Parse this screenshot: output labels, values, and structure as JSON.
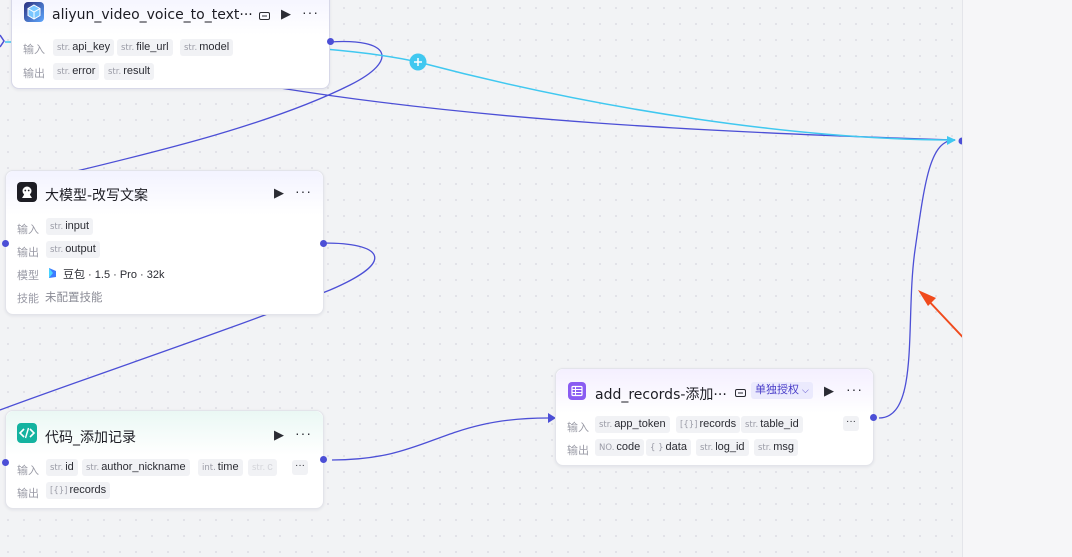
{
  "colors": {
    "edge": "#4c4fd6",
    "edge_active": "#40c8f0",
    "arrow": "#f04a1c",
    "port": "#4c4fd6"
  },
  "labels": {
    "input": "输入",
    "output": "输出",
    "model": "模型",
    "skills": "技能"
  },
  "nodes": {
    "aliyun": {
      "title": "aliyun_video_voice_to_text···",
      "inputs": [
        {
          "type": "str.",
          "name": "api_key"
        },
        {
          "type": "str.",
          "name": "file_url"
        },
        {
          "type": "str.",
          "name": "model"
        }
      ],
      "outputs": [
        {
          "type": "str.",
          "name": "error"
        },
        {
          "type": "str.",
          "name": "result"
        }
      ]
    },
    "llm": {
      "title": "大模型-改写文案",
      "inputs": [
        {
          "type": "str.",
          "name": "input"
        }
      ],
      "outputs": [
        {
          "type": "str.",
          "name": "output"
        }
      ],
      "model_name": "豆包 · 1.5 · Pro · 32k",
      "skills_value": "未配置技能"
    },
    "code": {
      "title": "代码_添加记录",
      "inputs": [
        {
          "type": "str.",
          "name": "id"
        },
        {
          "type": "str.",
          "name": "author_nickname"
        },
        {
          "type": "int.",
          "name": "time"
        },
        {
          "type": "str.",
          "name": "c"
        }
      ],
      "outputs": [
        {
          "type": "[{}]",
          "name": "records"
        }
      ]
    },
    "records": {
      "title": "add_records-添加···",
      "auth_label": "单独授权",
      "inputs": [
        {
          "type": "str.",
          "name": "app_token"
        },
        {
          "type": "[{}]",
          "name": "records"
        },
        {
          "type": "str.",
          "name": "table_id"
        }
      ],
      "outputs": [
        {
          "type": "NO.",
          "name": "code"
        },
        {
          "type": "{ }",
          "name": "data"
        },
        {
          "type": "str.",
          "name": "log_id"
        },
        {
          "type": "str.",
          "name": "msg"
        }
      ]
    }
  },
  "icons": {
    "run": "play-icon",
    "more": "more-icon",
    "plugin": "plugin-icon",
    "add": "plus-icon"
  }
}
